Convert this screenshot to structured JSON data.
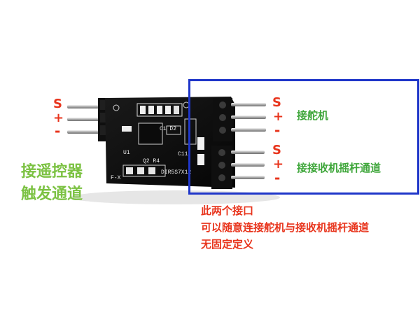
{
  "left_pins": {
    "s": "S",
    "plus": "+",
    "minus": "-"
  },
  "right_top_pins": {
    "s": "S",
    "plus": "+",
    "minus": "-"
  },
  "right_bottom_pins": {
    "s": "S",
    "plus": "+",
    "minus": "-"
  },
  "left_label": {
    "line1": "接遥控器",
    "line2": "触发通道"
  },
  "right_top_label": "接舵机",
  "right_bottom_label": "接接收机摇杆通道",
  "note": {
    "line1": "此两个接口",
    "line2": "可以随意连接舵机与接收机摇杆通道",
    "line3": "无固定定义"
  },
  "board_silkscreen": {
    "c1": "C1 D2",
    "u1": "U1",
    "r3": "Q2 R4",
    "fx": "F-X",
    "c11": "C11",
    "model": "DIR5S7X12"
  },
  "colors": {
    "highlight_box": "#1f36c9",
    "annotation_red": "#e8341c",
    "annotation_green": "#7cc243"
  }
}
